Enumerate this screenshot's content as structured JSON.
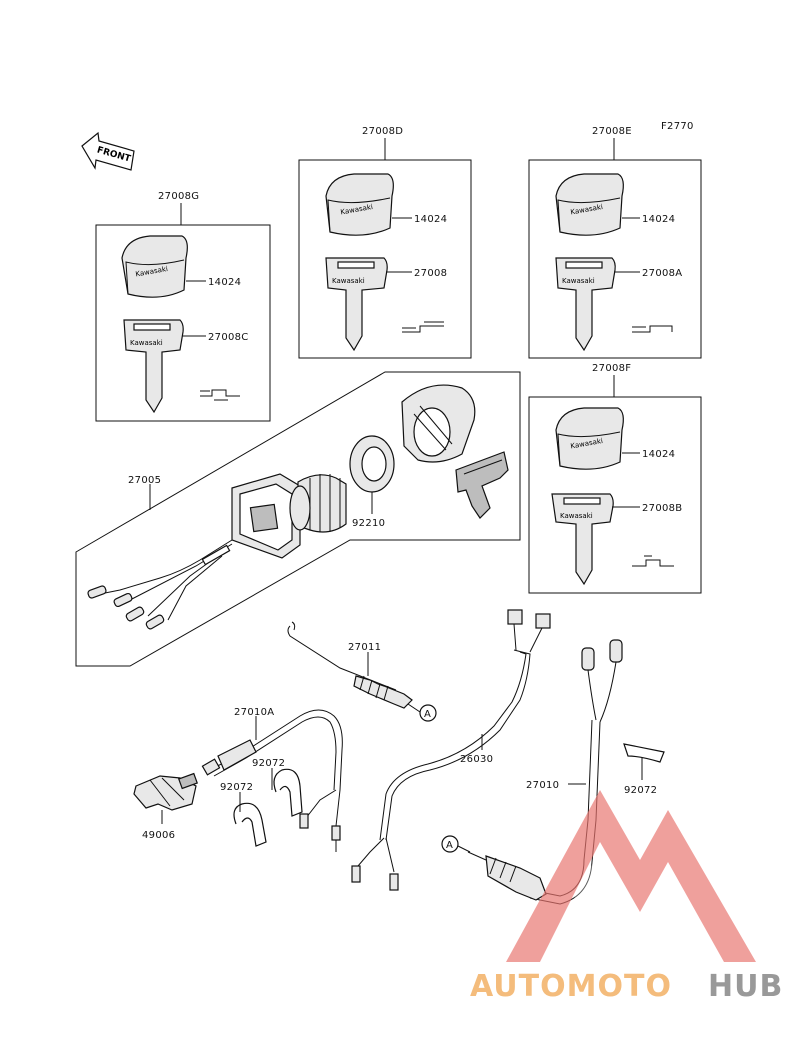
{
  "figure_code": "F2770",
  "front_label": "FRONT",
  "key_brand": "Kawasaki",
  "callouts": {
    "kit_g": "27008G",
    "kit_d": "27008D",
    "kit_e": "27008E",
    "kit_f": "27008F",
    "knob_g": "14024",
    "knob_d": "14024",
    "knob_e": "14024",
    "knob_f": "14024",
    "key_g": "27008C",
    "key_d": "27008",
    "key_e": "27008A",
    "key_f": "27008B",
    "switch": "27005",
    "nut": "92210",
    "cable_27011": "27011",
    "cable_27010a": "27010A",
    "clamp_a": "92072",
    "clamp_b": "92072",
    "clamp_c": "92072",
    "connector": "49006",
    "harness": "26030",
    "cable_27010": "27010",
    "ref_a1": "A",
    "ref_a2": "A"
  },
  "watermark": {
    "part1": "AUTOMOTO",
    "part2": "HUB",
    "color1": "#f3b56e",
    "color2": "#8e8e8e",
    "triangle_color": "#e8736e"
  }
}
